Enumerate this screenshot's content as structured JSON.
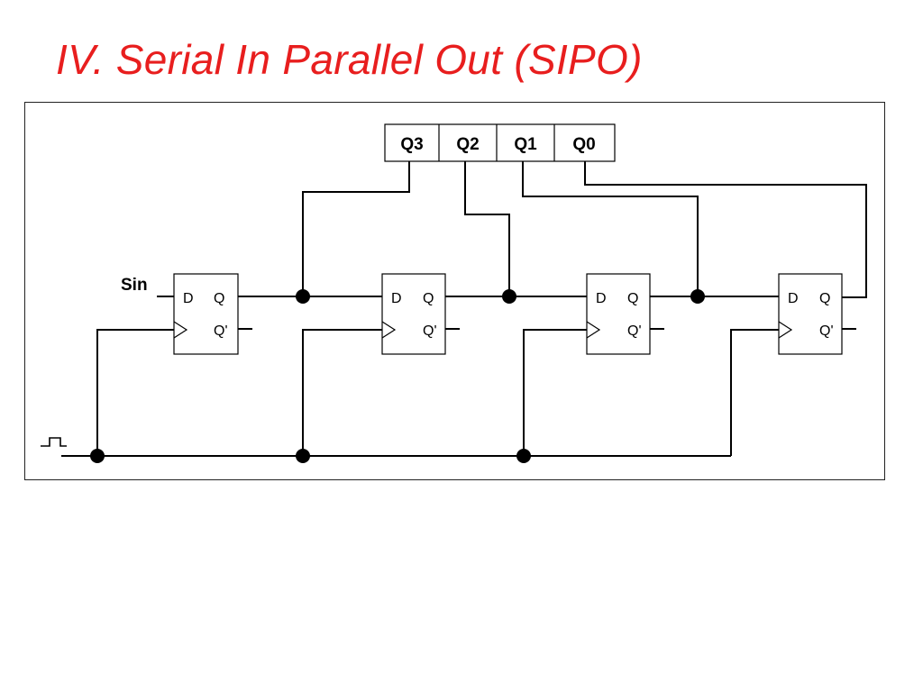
{
  "title": "IV. Serial In Parallel Out (SIPO)",
  "diagram": {
    "outputs_header": [
      "Q3",
      "Q2",
      "Q1",
      "Q0"
    ],
    "serial_input_label": "Sin",
    "flip_flop_pins": {
      "d": "D",
      "q": "Q",
      "q_not": "Q'"
    },
    "flip_flop_count": 4,
    "colors": {
      "title": "#e81e1e",
      "lines": "#000000"
    },
    "clock_symbol": "square-pulse"
  }
}
